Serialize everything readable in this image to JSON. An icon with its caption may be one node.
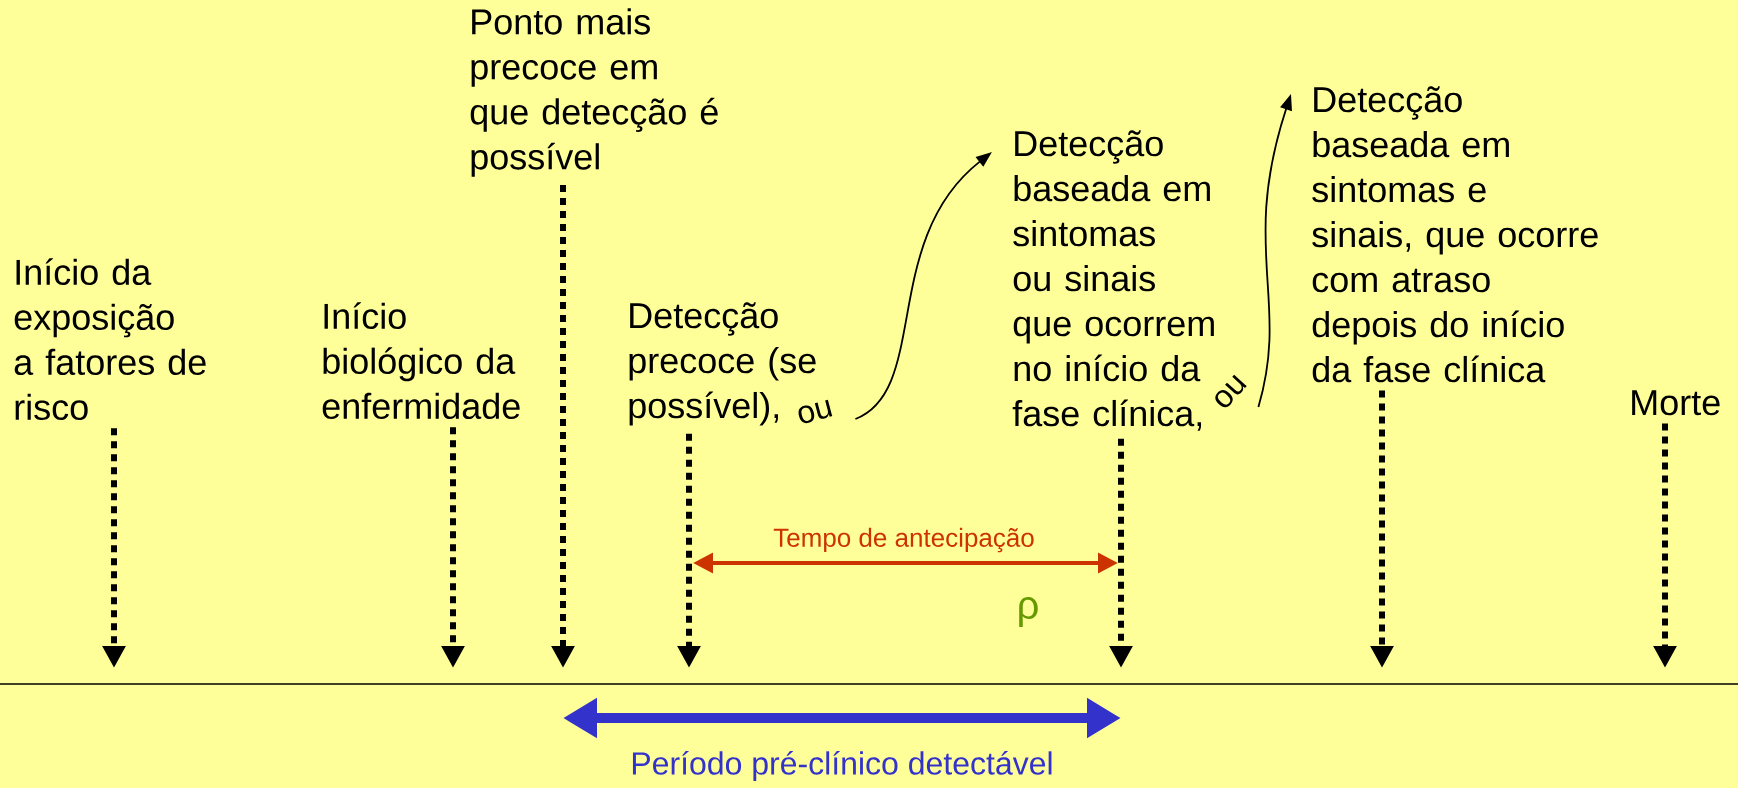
{
  "diagram": {
    "nodes": [
      {
        "text": [
          "Início da exposição a fatores de risco"
        ]
      },
      {
        "text": [
          "Início biológico da enfermidade"
        ]
      },
      {
        "text": [
          "Ponto mais precoce em que detecção é possível"
        ]
      },
      {
        "text": [
          "Detecção precoce (se possível),"
        ]
      },
      {
        "text": [
          "Detecção baseada em sintomas ou sinais que ocorrem no início da fase clínica,"
        ]
      },
      {
        "text": [
          "Detecção baseada em sintomas e sinais, que ocorre com atraso depois do início da fase clínica"
        ]
      },
      {
        "text": [
          "Morte"
        ]
      }
    ],
    "edges": [
      {
        "from": 0,
        "to": null,
        "arrow": "to",
        "style": "dashed"
      },
      {
        "from": 1,
        "to": null,
        "arrow": "to",
        "style": "dashed"
      },
      {
        "from": 2,
        "to": null,
        "arrow": "to",
        "style": "dashed"
      },
      {
        "from": 3,
        "to": null,
        "arrow": "to",
        "style": "dashed"
      },
      {
        "from": 4,
        "to": null,
        "arrow": "to",
        "style": "dashed"
      },
      {
        "from": 5,
        "to": null,
        "arrow": "to",
        "style": "dashed"
      },
      {
        "from": 6,
        "to": null,
        "arrow": "to",
        "style": "dashed"
      },
      {
        "from": 3,
        "to": 4,
        "arrow": "to",
        "label": "ou"
      },
      {
        "from": 4,
        "to": 5,
        "arrow": "to",
        "label": "ou"
      }
    ],
    "labels": [
      "Tempo de antecipação",
      "ρ",
      "Período pré-clínico detectável"
    ]
  }
}
